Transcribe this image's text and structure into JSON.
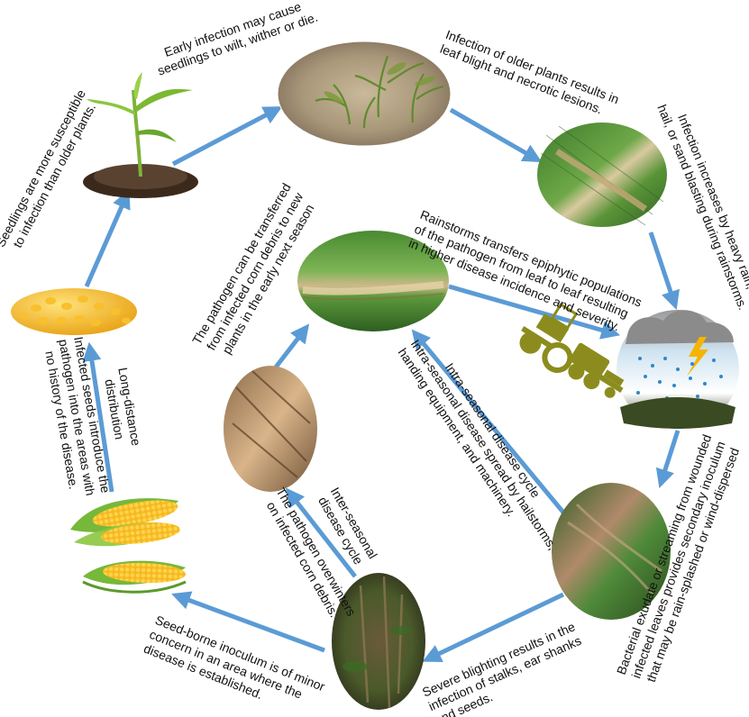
{
  "labels": {
    "seedling_top": "Early infection may cause\nseedlings to wilt, wither or die.",
    "seedling_left": "Seedlings are more susceptible\nto infection than older plants.",
    "older_plants": "Infection of older plants results in\nleaf blight and necrotic lesions.",
    "heavy_rain": "Infection increases by heavy rain,\nhail, or sand blasting during rainstorms.",
    "rainstorms": "Rainstorms transfers epiphytic populations\nof the pathogen from leaf to leaf resulting\nin higher disease incidence and severity.",
    "transfer": "The pathogen can  be transferred\nfrom infected corn debris to new\nplants in the early next season",
    "intra_title": "Intra-seasonal disease cycle",
    "intra_body": "Intra-seasonal disease spread by hailstorms,\nhanding equipment,  and  machinery.",
    "bacterial": "Bacterial exudate or streaming from wounded\ninfected leaves provides secondary inoculum\nthat may be rain-splashed or wind-dispersed",
    "severe": "Severe blighting results in the\ninfection of stalks, ear shanks\nand seeds.",
    "seedborne": "Seed-borne inoculum is of minor\nconcern in an area where the\ndisease is established.",
    "overwinter": "The pathogen overwinters\non infected corn debris.",
    "inter_title": "Inter-seasonal\ndisease cycle",
    "long_distance": "Long-distance\ndistribution",
    "infected_seeds": "Infected seeds introduce the\npathogen into the areas with\nno history of the disease."
  },
  "icons": {
    "seedling": "seedling-soil-image",
    "field": "seedling-field-image",
    "leaf_blight": "leaf-blight-image",
    "leaf_lesion": "leaf-lesion-image",
    "rainstorm": "rainstorm-cloud-image",
    "debris": "corn-debris-image",
    "blighted_leaf": "blighted-leaf-image",
    "stalks": "infected-stalks-image",
    "corn_ears": "corn-ears-image",
    "kernels": "corn-kernels-image",
    "machinery": "tractor-machinery-icon"
  },
  "colors": {
    "arrow": "#5b9bd5",
    "machinery": "#8c8c1e"
  }
}
